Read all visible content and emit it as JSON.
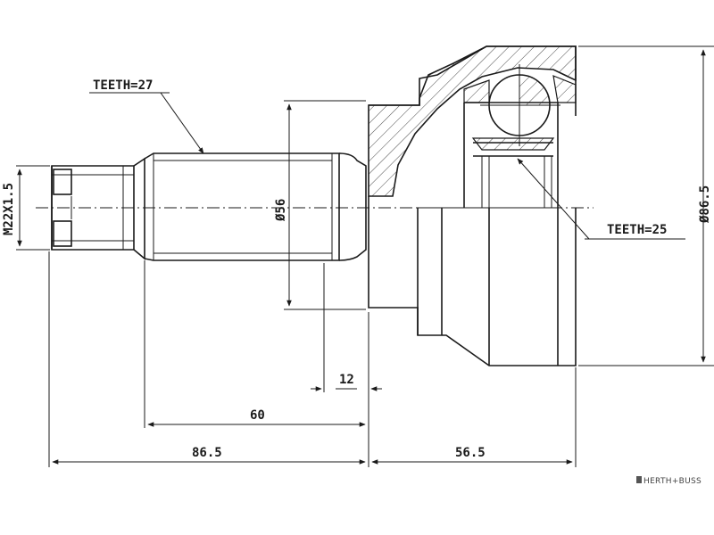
{
  "labels": {
    "teeth_shaft": "TEETH=27",
    "teeth_joint": "TEETH=25",
    "thread": "M22X1.5",
    "shaft_diameter": "Ø56",
    "outer_diameter": "Ø86.5",
    "dim_12": "12",
    "dim_60": "60",
    "dim_86_5": "86.5",
    "dim_56_5": "56.5"
  },
  "brand": {
    "name": "HERTH+BUSS"
  }
}
